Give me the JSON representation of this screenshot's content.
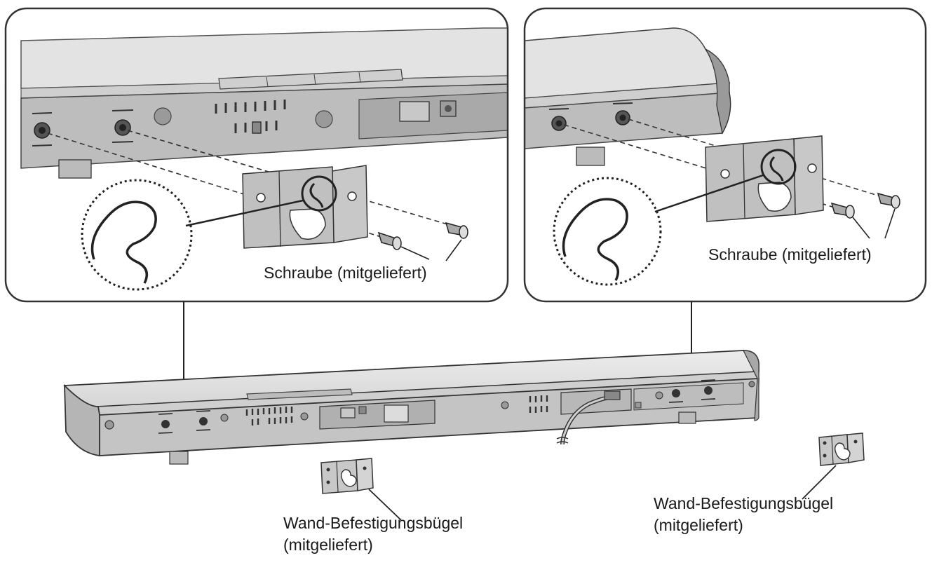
{
  "labels": {
    "screw_left": "Schraube (mitgeliefert)",
    "screw_right": "Schraube (mitgeliefert)",
    "bracket_left_line1": "Wand-Befestigungsbügel",
    "bracket_left_line2": "(mitgeliefert)",
    "bracket_right_line1": "Wand-Befestigungsbügel",
    "bracket_right_line2": "(mitgeliefert)"
  }
}
